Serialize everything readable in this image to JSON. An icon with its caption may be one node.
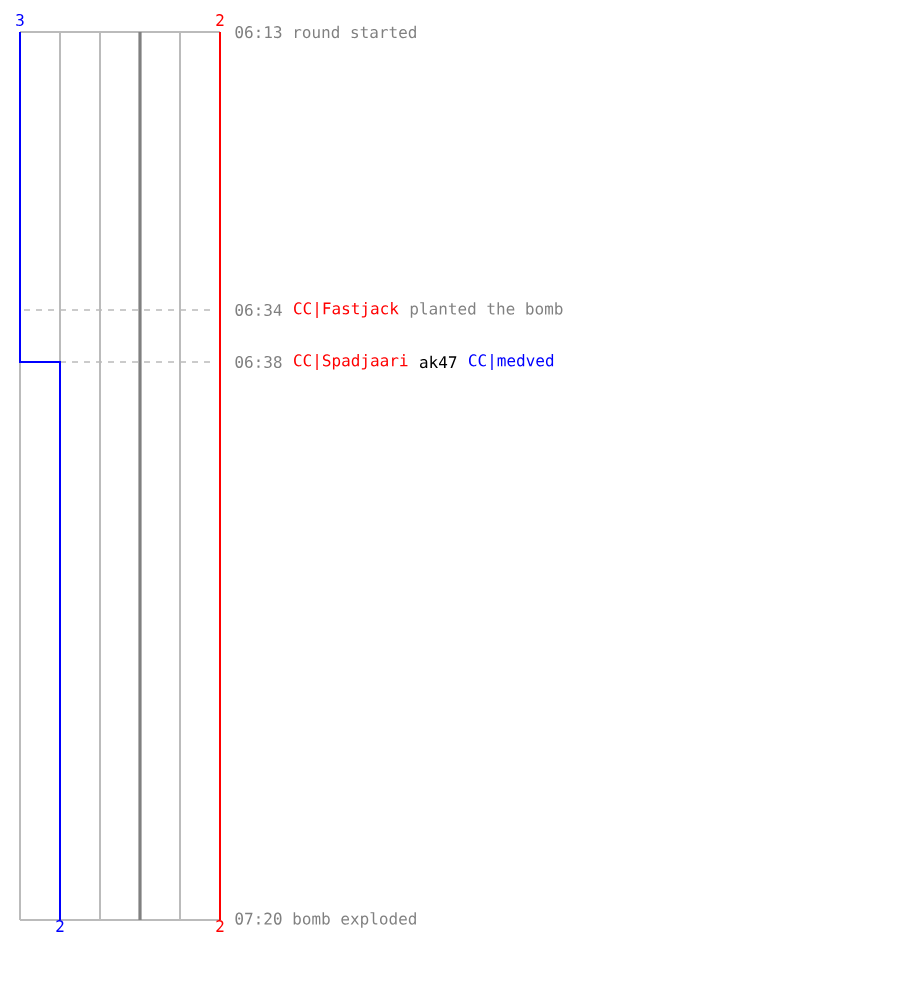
{
  "diagram": {
    "labels": [
      "3",
      "2",
      "06:13 round started",
      "06:34",
      "CC|Fastjack",
      "planted the bomb",
      "06:38",
      "CC|Spadjaari",
      "ak47",
      "CC|medved",
      "2",
      "2",
      "07:20 bomb exploded"
    ]
  }
}
